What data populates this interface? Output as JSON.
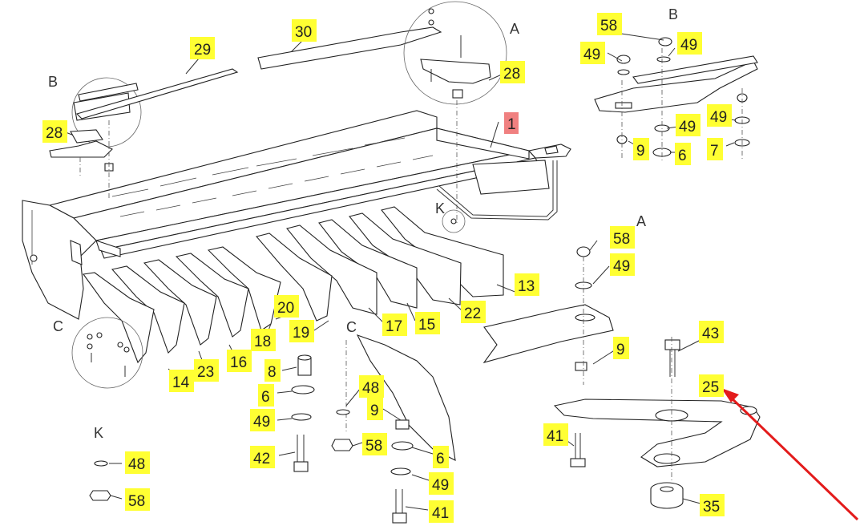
{
  "views": [
    "A",
    "B",
    "C",
    "K",
    "A",
    "B",
    "C",
    "K"
  ],
  "callouts": [
    "29",
    "30",
    "28",
    "28",
    "1",
    "13",
    "22",
    "15",
    "17",
    "19",
    "20",
    "18",
    "16",
    "23",
    "14",
    "58",
    "49",
    "49",
    "49",
    "9",
    "6",
    "49",
    "7",
    "49",
    "58",
    "49",
    "9",
    "43",
    "25",
    "41",
    "35",
    "8",
    "6",
    "49",
    "42",
    "48",
    "9",
    "58",
    "6",
    "49",
    "41",
    "48",
    "58"
  ],
  "highlighted_part": "1",
  "colors": {
    "callout_fill": "#ffff33",
    "highlight_fill": "#f08080",
    "arrow": "#e31b1b",
    "line": "#222222"
  }
}
